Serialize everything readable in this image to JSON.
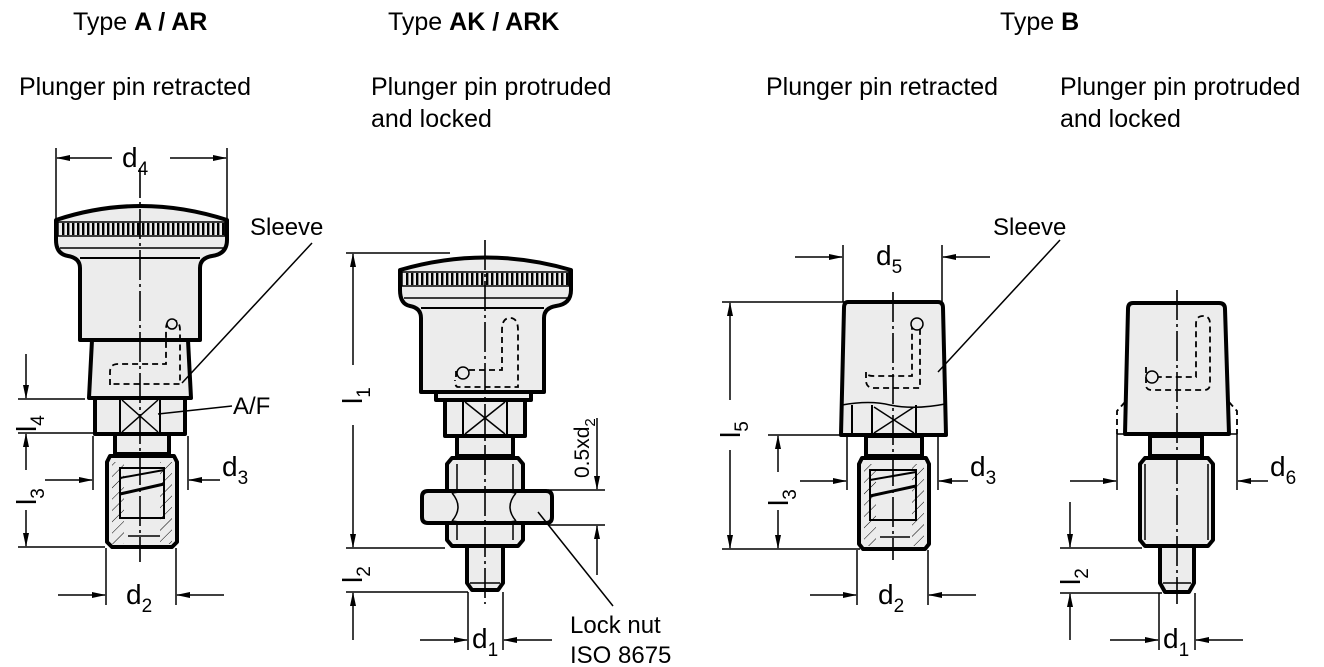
{
  "views": [
    {
      "type_prefix": "Type ",
      "type_bold": "A / AR",
      "caption_line1": "Plunger pin retracted",
      "caption_line2": ""
    },
    {
      "type_prefix": "Type ",
      "type_bold": "AK / ARK",
      "caption_line1": "Plunger pin protruded",
      "caption_line2": "and locked"
    },
    {
      "type_prefix": "Type ",
      "type_bold": "B",
      "caption_line1": "Plunger pin retracted",
      "caption_line2": ""
    },
    {
      "type_prefix": "",
      "type_bold": "",
      "caption_line1": "Plunger pin protruded",
      "caption_line2": "and locked"
    }
  ],
  "callouts": {
    "sleeve": "Sleeve",
    "af": "A/F",
    "lock_nut_line1": "Lock nut",
    "lock_nut_line2": "ISO 8675",
    "half_d2": "0.5xd",
    "half_d2_sub": "2"
  },
  "dimensions": {
    "d": "d",
    "l": "l",
    "d1": "1",
    "d2": "2",
    "d3": "3",
    "d4": "4",
    "d5": "5",
    "d6": "6",
    "l1": "1",
    "l2": "2",
    "l3": "3",
    "l4": "4",
    "l5": "5"
  },
  "colors": {
    "part_fill": "#ececec",
    "line": "#000000",
    "background": "#ffffff"
  }
}
